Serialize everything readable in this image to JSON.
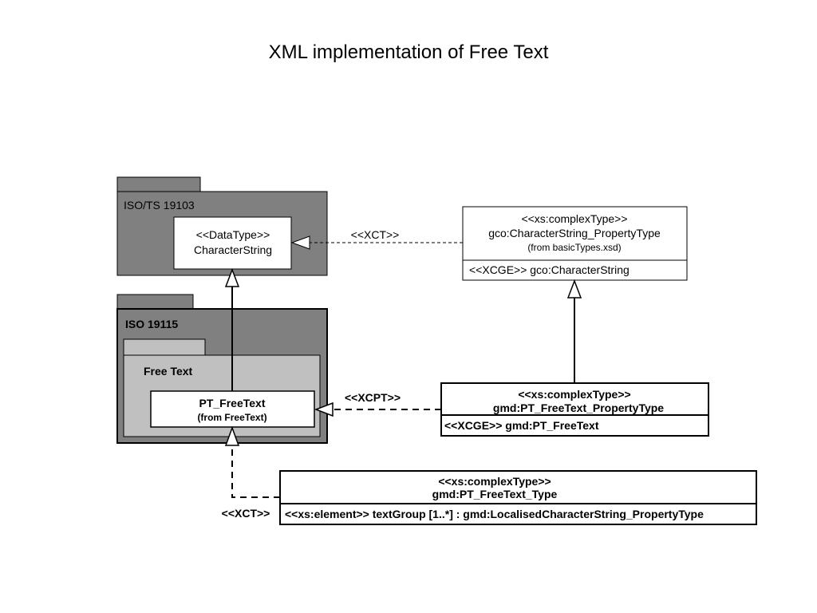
{
  "title": "XML implementation of Free Text",
  "packages": {
    "iso_ts_19103": {
      "label": "ISO/TS 19103"
    },
    "iso_19115": {
      "label": "ISO 19115"
    },
    "free_text": {
      "label": "Free Text"
    }
  },
  "classes": {
    "character_string": {
      "stereotype": "<<DataType>>",
      "name": "CharacterString"
    },
    "pt_freetext": {
      "name": "PT_FreeText",
      "from": "(from FreeText)"
    },
    "gco_characterstring_propertytype": {
      "stereotype": "<<xs:complexType>>",
      "name": "gco:CharacterString_PropertyType",
      "from": "(from basicTypes.xsd)",
      "attribute": "<<XCGE>> gco:CharacterString"
    },
    "gmd_pt_freetext_propertytype": {
      "stereotype": "<<xs:complexType>>",
      "name": "gmd:PT_FreeText_PropertyType",
      "attribute": "<<XCGE>> gmd:PT_FreeText"
    },
    "gmd_pt_freetext_type": {
      "stereotype": "<<xs:complexType>>",
      "name": "gmd:PT_FreeText_Type",
      "attribute": "<<xs:element>> textGroup [1..*] : gmd:LocalisedCharacterString_PropertyType"
    }
  },
  "relations": {
    "xct_top": "<<XCT>>",
    "xcpt": "<<XCPT>>",
    "xct_bottom": "<<XCT>>"
  },
  "colors": {
    "package_dark": "#808080",
    "package_light": "#c0c0c0",
    "class_fill": "#ffffff",
    "line": "#000000"
  }
}
